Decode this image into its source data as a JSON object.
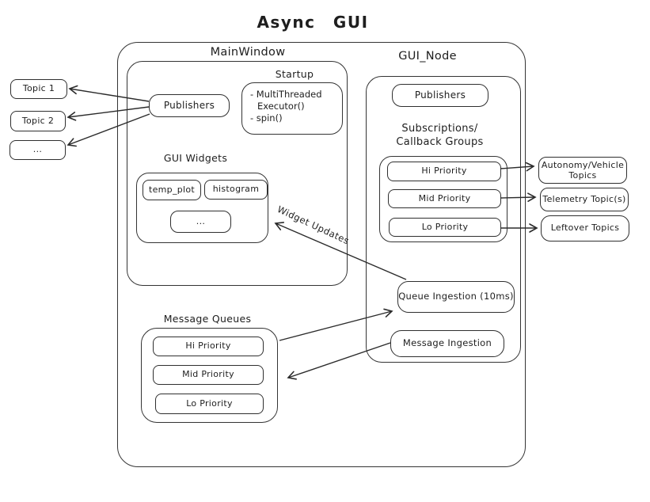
{
  "title": "Async GUI",
  "colors": {
    "stroke": "#2b2b2b",
    "background": "#ffffff"
  },
  "left_topics": [
    "Topic 1",
    "Topic 2",
    "..."
  ],
  "main_window": {
    "label": "MainWindow",
    "publishers_label": "Publishers",
    "startup": {
      "label": "Startup",
      "lines": [
        "- MultiThreaded",
        "Executor()",
        "- spin()"
      ]
    },
    "gui_widgets": {
      "label": "GUI Widgets",
      "items": [
        "temp_plot",
        "histogram",
        "..."
      ]
    }
  },
  "gui_node": {
    "label": "GUI_Node",
    "publishers_label": "Publishers",
    "subscriptions": {
      "label_lines": [
        "Subscriptions/",
        "Callback Groups"
      ],
      "items": [
        "Hi Priority",
        "Mid Priority",
        "Lo Priority"
      ]
    },
    "queue_ingestion_label": "Queue Ingestion (10ms)",
    "message_ingestion_label": "Message Ingestion"
  },
  "message_queues": {
    "label": "Message Queues",
    "items": [
      "Hi Priority",
      "Mid Priority",
      "Lo Priority"
    ]
  },
  "right_topics": [
    "Autonomy/Vehicle Topics",
    "Telemetry Topic(s)",
    "Leftover Topics"
  ],
  "edge_labels": {
    "widget_updates": "Widget Updates"
  }
}
